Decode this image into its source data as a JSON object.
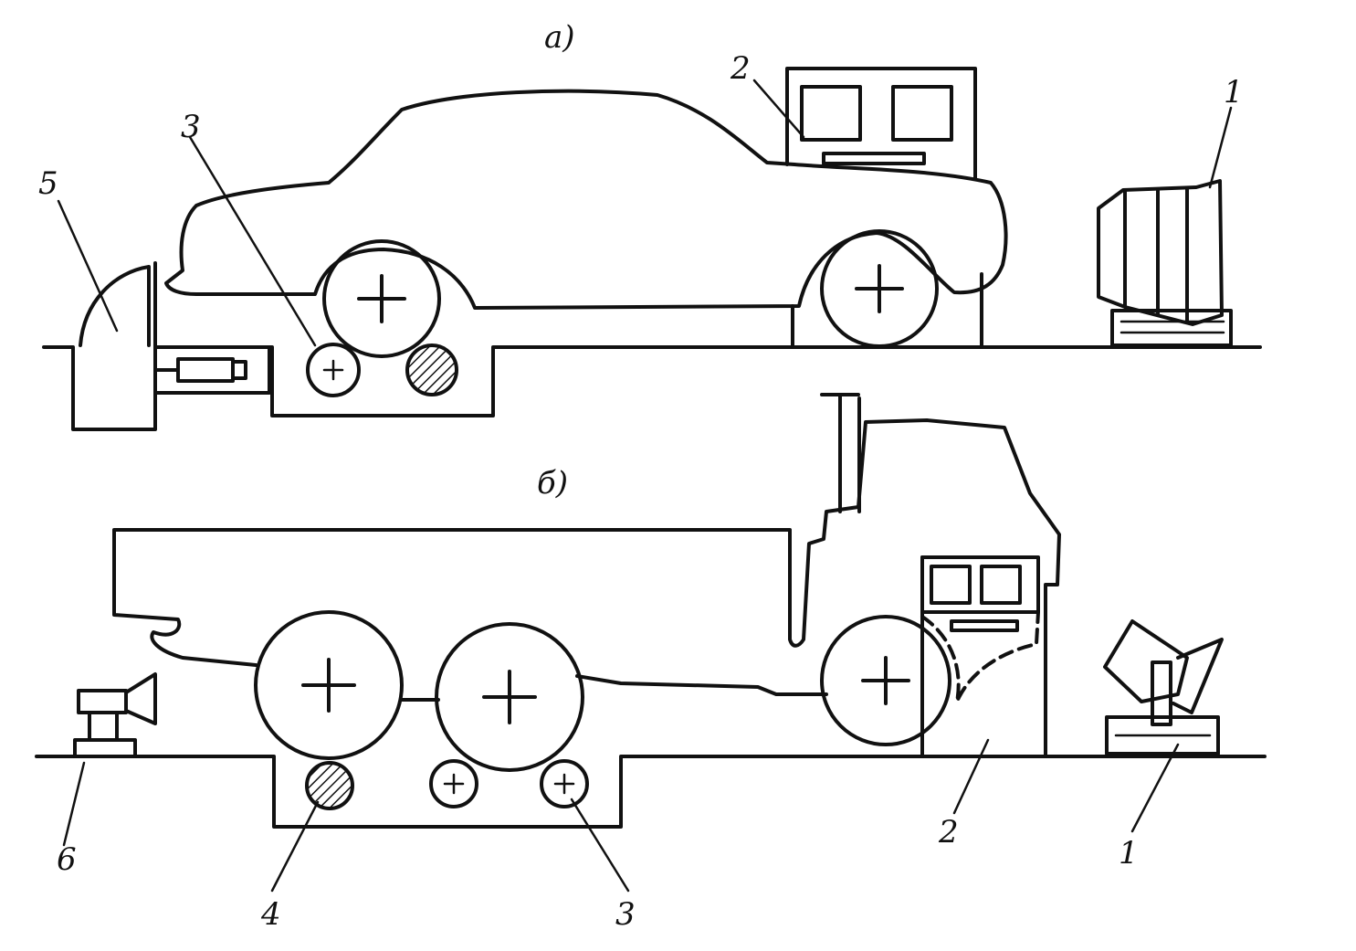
{
  "diagram": {
    "top": {
      "caption": "а)",
      "labels": [
        "1",
        "2",
        "3",
        "5"
      ]
    },
    "bottom": {
      "caption": "б)",
      "labels": [
        "1",
        "2",
        "3",
        "4",
        "6"
      ]
    }
  }
}
